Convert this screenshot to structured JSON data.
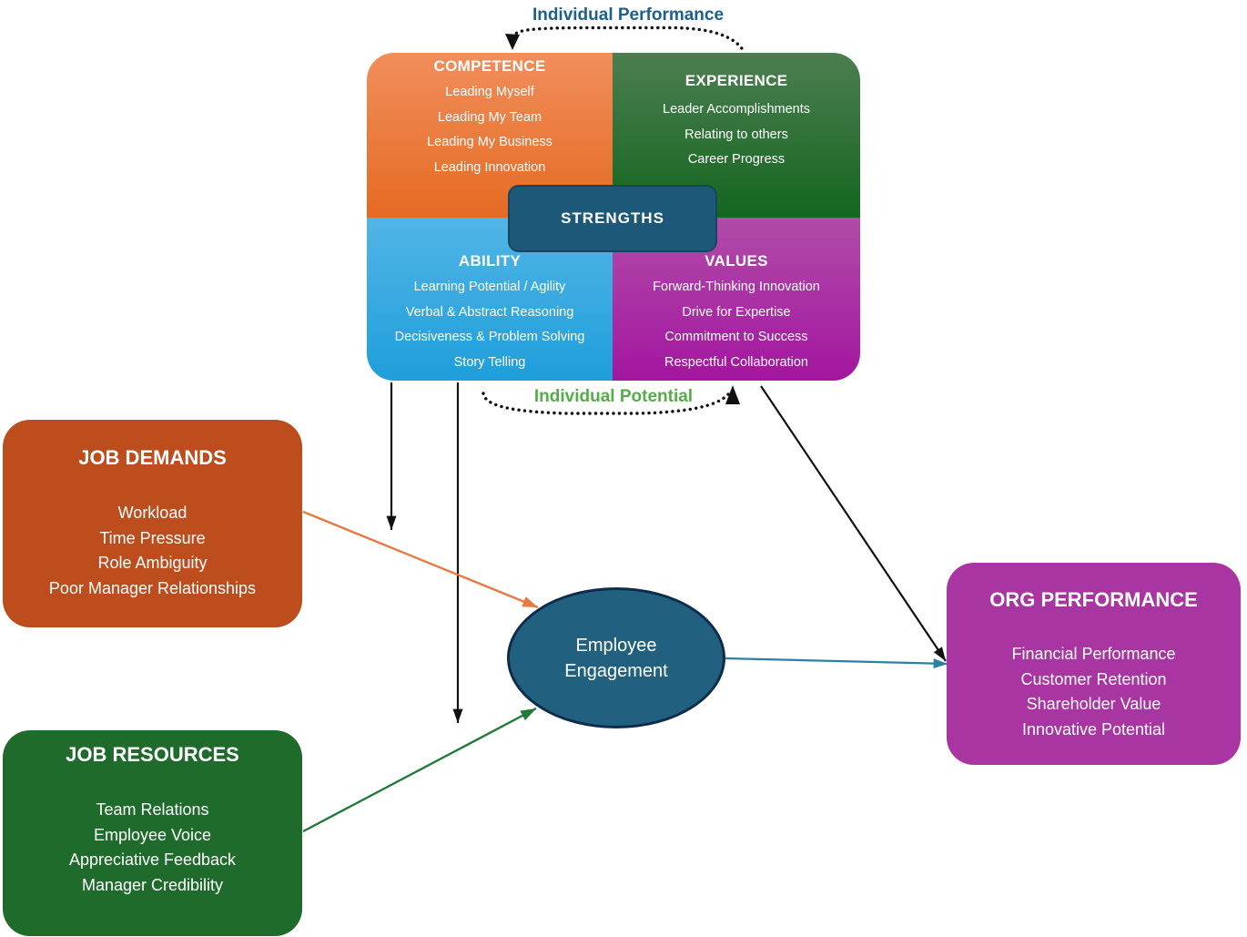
{
  "colors": {
    "competence-top": "#F18E5C",
    "competence-bottom": "#E56A22",
    "experience-top": "#4C7E50",
    "experience-bottom": "#146620",
    "ability-top": "#52B5E6",
    "ability-bottom": "#1E9EDB",
    "values-top": "#B14CA9",
    "values-bottom": "#A315A0",
    "strengths-bg": "#1E5878",
    "strengths-border": "#16465E",
    "job-demands-bg": "#BE4D1E",
    "job-resources-bg": "#1E6B2C",
    "org-performance-bg": "#A835A2",
    "engagement-bg": "#21617F",
    "engagement-border": "#0E2C4B",
    "performance-label": "#1D5F8D",
    "potential-label": "#53AE46",
    "arrow-black": "#111111",
    "arrow-orange": "#E87940",
    "arrow-green": "#1F7A38",
    "arrow-teal": "#2E7FA3"
  },
  "loops": {
    "individual_performance": "Individual Performance",
    "individual_potential": "Individual Potential"
  },
  "strengths_model": {
    "center_label": "STRENGTHS",
    "competence": {
      "title": "COMPETENCE",
      "items": [
        "Leading Myself",
        "Leading My Team",
        "Leading My Business",
        "Leading Innovation"
      ]
    },
    "experience": {
      "title": "EXPERIENCE",
      "items": [
        "Leader Accomplishments",
        "Relating to others",
        "Career Progress"
      ]
    },
    "ability": {
      "title": "ABILITY",
      "items": [
        "Learning Potential / Agility",
        "Verbal & Abstract Reasoning",
        "Decisiveness & Problem Solving",
        "Story Telling"
      ]
    },
    "values": {
      "title": "VALUES",
      "items": [
        "Forward-Thinking Innovation",
        "Drive for Expertise",
        "Commitment to Success",
        "Respectful Collaboration"
      ]
    }
  },
  "job_demands": {
    "title": "JOB DEMANDS",
    "items": [
      "Workload",
      "Time Pressure",
      "Role Ambiguity",
      "Poor Manager Relationships"
    ]
  },
  "job_resources": {
    "title": "JOB RESOURCES",
    "items": [
      "Team Relations",
      "Employee Voice",
      "Appreciative Feedback",
      "Manager Credibility"
    ]
  },
  "employee_engagement": {
    "label": "Employee Engagement"
  },
  "org_performance": {
    "title": "ORG PERFORMANCE",
    "items": [
      "Financial Performance",
      "Customer Retention",
      "Shareholder Value",
      "Innovative Potential"
    ]
  }
}
